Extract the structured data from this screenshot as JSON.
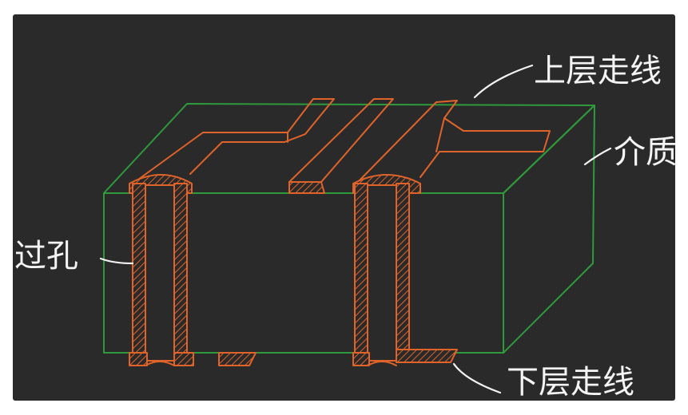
{
  "labels": {
    "top_trace": "上层走线",
    "dielectric": "介质",
    "via": "过孔",
    "bottom_trace": "下层走线"
  },
  "colors": {
    "background": "#2a2a2a",
    "dielectric_outline": "#2f9a3c",
    "copper": "#e0642a",
    "ink": "#f4f4f4"
  }
}
